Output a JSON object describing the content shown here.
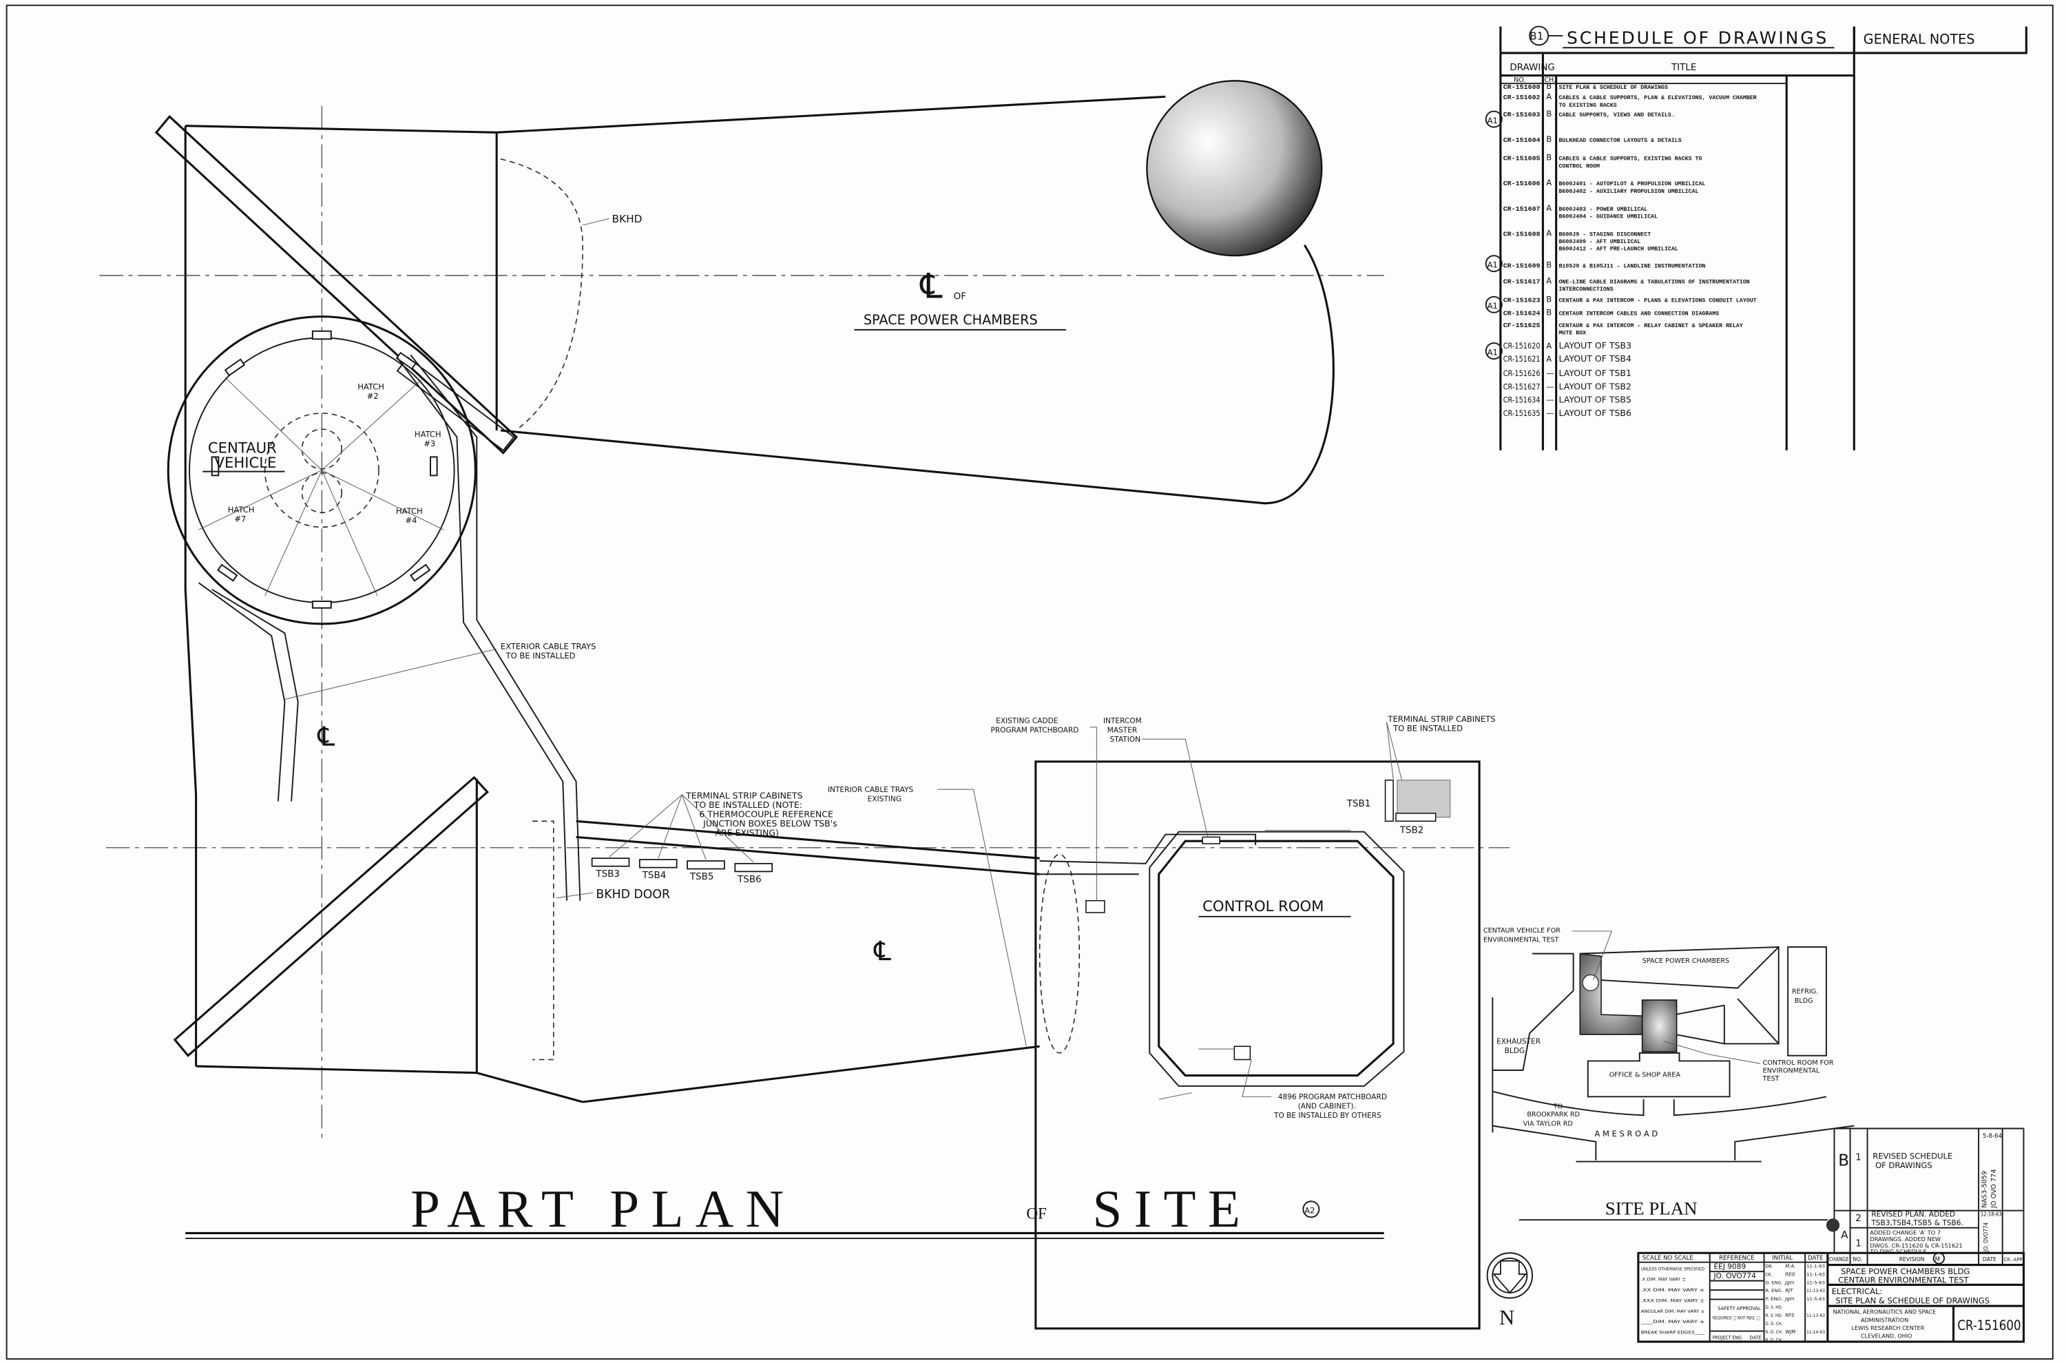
{
  "drawing": {
    "part_plan_title": {
      "main1": "PART PLAN",
      "of": "OF",
      "main2": "SITE",
      "marker": "A2"
    },
    "chamber_centerline": {
      "symbol": "℄",
      "of": "OF",
      "label": "SPACE POWER CHAMBERS"
    },
    "bkhd": "BKHD",
    "bkhd_door": "BKHD DOOR",
    "centerline_symbol": "℄",
    "centaur_vehicle": [
      "CENTAUR",
      "VEHICLE"
    ],
    "hatches": [
      [
        "HATCH",
        "#2"
      ],
      [
        "HATCH",
        "#3"
      ],
      [
        "HATCH",
        "#4"
      ],
      [
        "HATCH",
        "#7"
      ]
    ],
    "exterior_trays": [
      "EXTERIOR CABLE TRAYS",
      "TO BE INSTALLED"
    ],
    "terminal_strip_note": [
      "TERMINAL STRIP CABINETS",
      "TO BE INSTALLED (NOTE:",
      "6 THERMOCOUPLE REFERENCE",
      "JUNCTION BOXES BELOW TSB's",
      "ARE EXISTING)"
    ],
    "interior_trays": [
      "INTERIOR CABLE TRAYS",
      "EXISTING"
    ],
    "tsb_labels": [
      "TSB3",
      "TSB4",
      "TSB5",
      "TSB6"
    ],
    "cadde": [
      "EXISTING CADDE",
      "PROGRAM PATCHBOARD"
    ],
    "intercom": [
      "INTERCOM",
      "MASTER",
      "STATION"
    ],
    "control_room": "CONTROL ROOM",
    "terminal_strip_cr": [
      "TERMINAL STRIP CABINETS",
      "TO BE INSTALLED"
    ],
    "tsb1": "TSB1",
    "tsb2": "TSB2",
    "patchboard_note": [
      "4896 PROGRAM PATCHBOARD",
      "(AND CABINET).",
      "TO BE INSTALLED BY OTHERS"
    ],
    "north": "N"
  },
  "schedule": {
    "marker": "B1",
    "title": "SCHEDULE OF DRAWINGS",
    "col_drawing": "DRAWING",
    "col_title": "TITLE",
    "col_no": "NO.",
    "col_ch": "CH.",
    "rev_markers": [
      "A1",
      "A1",
      "A1",
      "A1"
    ],
    "rows": [
      {
        "no": "CR-151600",
        "ch": "B",
        "title": [
          "SITE PLAN & SCHEDULE OF DRAWINGS"
        ]
      },
      {
        "no": "CR-151602",
        "ch": "A",
        "title": [
          "CABLES & CABLE SUPPORTS, PLAN & ELEVATIONS, VACUUM CHAMBER",
          "TO EXISTING RACKS"
        ]
      },
      {
        "no": "CR-151603",
        "ch": "B",
        "title": [
          "          CABLE SUPPORTS, VIEWS AND DETAILS."
        ]
      },
      {
        "no": "CR-151604",
        "ch": "B",
        "title": [
          "BULKHEAD CONNECTOR LAYOUTS & DETAILS"
        ]
      },
      {
        "no": "CR-151605",
        "ch": "B",
        "title": [
          "CABLES & CABLE SUPPORTS, EXISTING RACKS TO",
          "CONTROL ROOM"
        ]
      },
      {
        "no": "CR-151606",
        "ch": "A",
        "title": [
          "B600J401 - AUTOPILOT & PROPULSION UMBILICAL",
          "B600J402 - AUXILIARY PROPULSION UMBILICAL"
        ]
      },
      {
        "no": "CR-151607",
        "ch": "A",
        "title": [
          "B600J403 - POWER UMBILICAL",
          "B600J404 - GUIDANCE UMBILICAL"
        ]
      },
      {
        "no": "CR-151608",
        "ch": "A",
        "title": [
          "B600J9   - STAGING DISCONNECT",
          "B600J409 - AFT UMBILICAL",
          "B600J412 - AFT PRE-LAUNCH UMBILICAL"
        ]
      },
      {
        "no": "CR-151609",
        "ch": "B",
        "title": [
          "B105J9 & B105J11 - LANDLINE INSTRUMENTATION"
        ]
      },
      {
        "no": "CR-151617",
        "ch": "A",
        "title": [
          "ONE-LINE CABLE DIAGRAMS & TABULATIONS OF INSTRUMENTATION",
          "INTERCONNECTIONS"
        ]
      },
      {
        "no": "CR-151623",
        "ch": "B",
        "title": [
          "CENTAUR & PAX INTERCOM - PLANS & ELEVATIONS CONDUIT LAYOUT"
        ]
      },
      {
        "no": "CR-151624",
        "ch": "B",
        "title": [
          "CENTAUR INTERCOM CABLES AND CONNECTION DIAGRAMS"
        ]
      },
      {
        "no": "CF-151625",
        "ch": "",
        "title": [
          "CENTAUR & PAX INTERCOM - RELAY CABINET & SPEAKER RELAY",
          "MUTE BOX"
        ]
      },
      {
        "no": "CR-151620",
        "ch": "A",
        "title": [
          "LAYOUT OF TSB3"
        ]
      },
      {
        "no": "CR-151621",
        "ch": "A",
        "title": [
          "LAYOUT OF TSB4"
        ]
      },
      {
        "no": "CR-151626",
        "ch": "—",
        "title": [
          "LAYOUT OF TSB1"
        ]
      },
      {
        "no": "CR-151627",
        "ch": "—",
        "title": [
          "LAYOUT OF TSB2"
        ]
      },
      {
        "no": "CR-151634",
        "ch": "—",
        "title": [
          "LAYOUT OF TSB5"
        ]
      },
      {
        "no": "CR-151635",
        "ch": "—",
        "title": [
          "LAYOUT OF TSB6"
        ]
      }
    ]
  },
  "general_notes": {
    "title": "GENERAL NOTES"
  },
  "site_plan": {
    "title": "SITE PLAN",
    "centaur": [
      "CENTAUR VEHICLE FOR",
      "ENVIRONMENTAL TEST"
    ],
    "spc": "SPACE POWER CHAMBERS",
    "refrig": [
      "REFRIG.",
      "BLDG"
    ],
    "exhauster": [
      "EXHAUSTER",
      "BLDG"
    ],
    "office": "OFFICE & SHOP AREA",
    "control_room": [
      "CONTROL ROOM FOR",
      "ENVIRONMENTAL",
      "TEST"
    ],
    "to_brookpark": [
      "TO",
      "BROOKPARK RD",
      "VIA TAYLOR RD"
    ],
    "ames_road": "A M E S     R O A D"
  },
  "revisions": {
    "rows": [
      {
        "change": "B",
        "no": "1",
        "desc": [
          "REVISED SCHEDULE",
          "OF DRAWINGS"
        ],
        "ref": [
          "NAS3-5059",
          "JO OVO 774"
        ],
        "date": "5-8-64"
      },
      {
        "change": "",
        "no": "2",
        "desc": [
          "REVISED PLAN. ADDED",
          "TSB3,TSB4,TSB5 & TSB6."
        ],
        "ref": [],
        "date": "12-18-63"
      },
      {
        "change": "A",
        "no": "1",
        "desc": [
          "ADDED CHANGE 'A' TO 7",
          "DRAWINGS. ADDED NEW",
          "DWGS. CR-151620 & CR-151621",
          "TO DWG SCHEDULE."
        ],
        "ref": [
          "JO. OVO774"
        ],
        "date": ""
      }
    ],
    "marker": "M",
    "headers": {
      "change": "CHANGE",
      "no": "NO.",
      "revision": "REVISION",
      "date": "DATE",
      "ck": "CK. APP"
    }
  },
  "title_block": {
    "scale": "SCALE NO SCALE",
    "tolerances": [
      "UNLESS OTHERWISE SPECIFIED",
      ".X DIM. MAY VARY ±",
      ".XX DIM. MAY VARY ±",
      ".XXX DIM. MAY VARY ±",
      "ANGULAR DIM. MAY VARY ±",
      "____DIM. MAY VARY ±",
      "BREAK SHARP EDGES____"
    ],
    "reference_label": "REFERENCE",
    "references": [
      "EEJ 9089",
      "JO. OVO774"
    ],
    "safety": [
      "SAFETY APPROVAL",
      "REQUIRED □  NOT REQ. □"
    ],
    "project_eng": "PROJECT ENG.",
    "date_label": "DATE",
    "initial_label": "INITIAL",
    "signoffs": [
      {
        "role": "DR.",
        "initial": "M.A.",
        "date": "11-1-63"
      },
      {
        "role": "CK.",
        "initial": "REG",
        "date": "11-1-63"
      },
      {
        "role": "D. ENG.",
        "initial": "Jgm",
        "date": "11-5-63"
      },
      {
        "role": "R. ENG.",
        "initial": "RJT",
        "date": "11-13-63"
      },
      {
        "role": "P. ENG.",
        "initial": "Jgm",
        "date": "11-5-63"
      },
      {
        "role": "D. S. HD.",
        "initial": "",
        "date": ""
      },
      {
        "role": "R. S. HD.",
        "initial": "RFS",
        "date": "11-13-63"
      },
      {
        "role": "D. D. CH.",
        "initial": "",
        "date": ""
      },
      {
        "role": "R. D. CH.",
        "initial": "WJM",
        "date": "11-14-63"
      },
      {
        "role": "R. D. CH.",
        "initial": "",
        "date": ""
      }
    ],
    "project": [
      "SPACE POWER CHAMBERS BLDG",
      "CENTAUR ENVIRONMENTAL TEST"
    ],
    "drawing_title": [
      "ELECTRICAL:",
      "SITE PLAN & SCHEDULE OF DRAWINGS"
    ],
    "org": [
      "NATIONAL AERONAUTICS AND SPACE",
      "ADMINISTRATION",
      "LEWIS RESEARCH CENTER",
      "CLEVELAND, OHIO"
    ],
    "drawing_number": "CR-151600"
  }
}
